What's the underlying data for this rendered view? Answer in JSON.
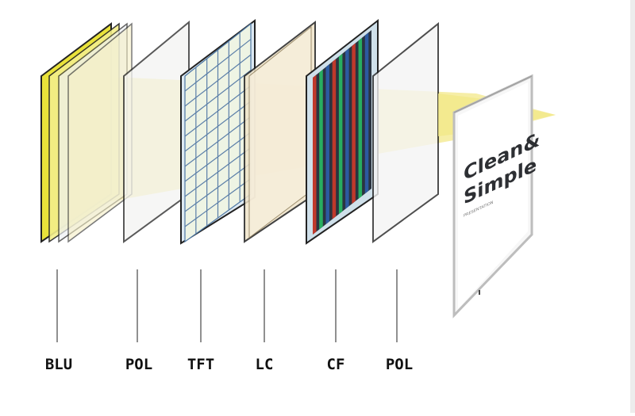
{
  "diagram": {
    "layers": [
      {
        "id": "blu",
        "label": "BLU"
      },
      {
        "id": "pol-1",
        "label": "POL"
      },
      {
        "id": "tft",
        "label": "TFT"
      },
      {
        "id": "lc",
        "label": "LC"
      },
      {
        "id": "cf",
        "label": "CF"
      },
      {
        "id": "pol-2",
        "label": "POL"
      }
    ],
    "screen": {
      "title_line1": "Clean&",
      "title_line2": "Simple",
      "subtitle": "PRESENTATION"
    },
    "colors": {
      "light_beam": "#f3e88a",
      "blu_yellow": "#e6e03a",
      "glass_fill": "#eef1f4",
      "tft_grid": "#5a7ea8",
      "lc_tint": "#efe3c8",
      "cf_red": "#c0392b",
      "cf_green": "#27ae60",
      "cf_blue": "#2c5aa0",
      "frame": "#222222"
    }
  }
}
